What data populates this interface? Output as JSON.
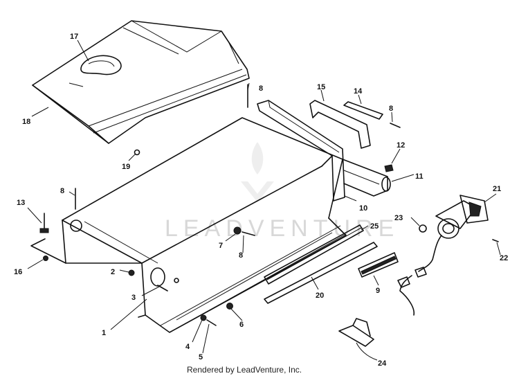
{
  "callouts": {
    "c1": "1",
    "c2": "2",
    "c3": "3",
    "c4": "4",
    "c5": "5",
    "c6": "6",
    "c7": "7",
    "c8a": "8",
    "c8b": "8",
    "c8c": "8",
    "c8d": "8",
    "c9": "9",
    "c10": "10",
    "c11": "11",
    "c12": "12",
    "c13": "13",
    "c14": "14",
    "c15": "15",
    "c16": "16",
    "c17": "17",
    "c18": "18",
    "c19": "19",
    "c20": "20",
    "c21": "21",
    "c22": "22",
    "c23": "23",
    "c24": "24",
    "c25": "25"
  },
  "watermark": "LEADVENTURE",
  "footer": "Rendered by LeadVenture, Inc."
}
